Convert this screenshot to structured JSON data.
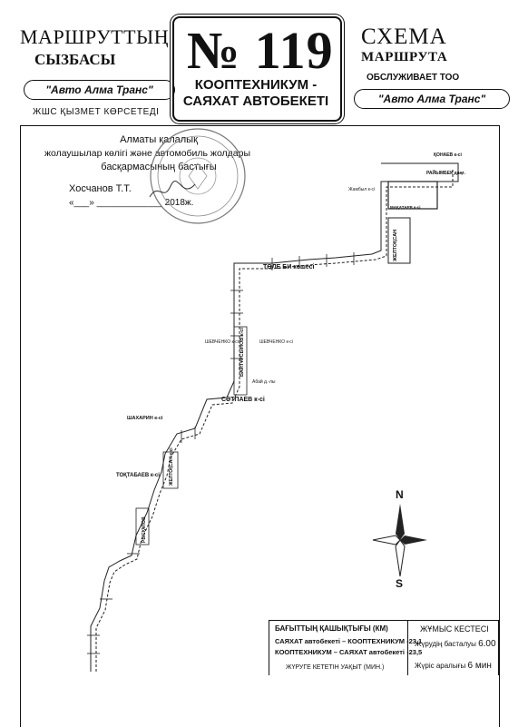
{
  "header_left": {
    "title": "МАРШРУТТЫҢ",
    "subtitle": "СЫЗБАСЫ",
    "operator": "\"Авто Алма Транс\"",
    "note": "ЖШС ҚЫЗМЕТ КӨРСЕТЕДІ"
  },
  "header_center": {
    "route_number": "№ 119",
    "destination_line1": "КООПТЕХНИКУМ -",
    "destination_line2": "САЯХАТ АВТОБЕКЕТІ"
  },
  "header_right": {
    "title": "СХЕМА",
    "subtitle": "МАРШРУТА",
    "served_by": "ОБСЛУЖИВАЕТ ТОО",
    "operator": "\"Авто Алма Транс\""
  },
  "approval": {
    "line1": "Алматы қалалық",
    "line2": "жолаушылар көлігі және автомобиль жолдары",
    "line3": "басқармасының бастығы",
    "signer": "Хосчанов Т.Т.",
    "date": "«___» _____________ 2018ж."
  },
  "map": {
    "streets": {
      "tole_bi": "ТӨЛЕ БИ көшесі",
      "satpaev": "СӘТПАЕВ к-сі",
      "toktabaev": "ТОҚТАБАЕВ к-сі",
      "shakharin": "ШАХАРИН к-сі",
      "konaev": "ҚОНАЕВ к-сі",
      "raiymbek": "РАЙЫМБЕК даңғ.",
      "makataev": "МАҚАТАЕВ к-сі",
      "zheltoksan": "ЖЕЛТОҚСАН",
      "ryskulov": "РЫСҚҰЛОВ",
      "abai": "Абай д.-лы",
      "shevchenko": "ШЕВЧЕНКО к-сі",
      "zhambyl": "Жамбыл к-сі",
      "baitursynov": "БАЙТҰРСЫНОВ к-сі",
      "zheltoksan_v": "ЖЕЛТОҚСАН к-сі"
    },
    "compass": {
      "north": "N",
      "south": "S"
    }
  },
  "info": {
    "distance_title": "БАҒЫТТЫҢ ҚАШЫҚТЫҒЫ (КМ)",
    "distance_line1_label": "САЯХАТ автобекеті – КООПТЕХНИКУМ",
    "distance_line1_value": "-23,1",
    "distance_line2_label": "КООПТЕХНИКУМ – САЯХАТ автобекеті",
    "distance_line2_value": "-23,5",
    "trip_time": "ЖҮРУГЕ КЕТЕТІН УАҚЫТ (МИН.)",
    "schedule_title": "ЖҰМЫС КЕСТЕСІ",
    "start_label": "Жүрудің басталуы",
    "start_value": "6.00",
    "interval_label": "Жүріс аралығы",
    "interval_value": "6 мин"
  }
}
